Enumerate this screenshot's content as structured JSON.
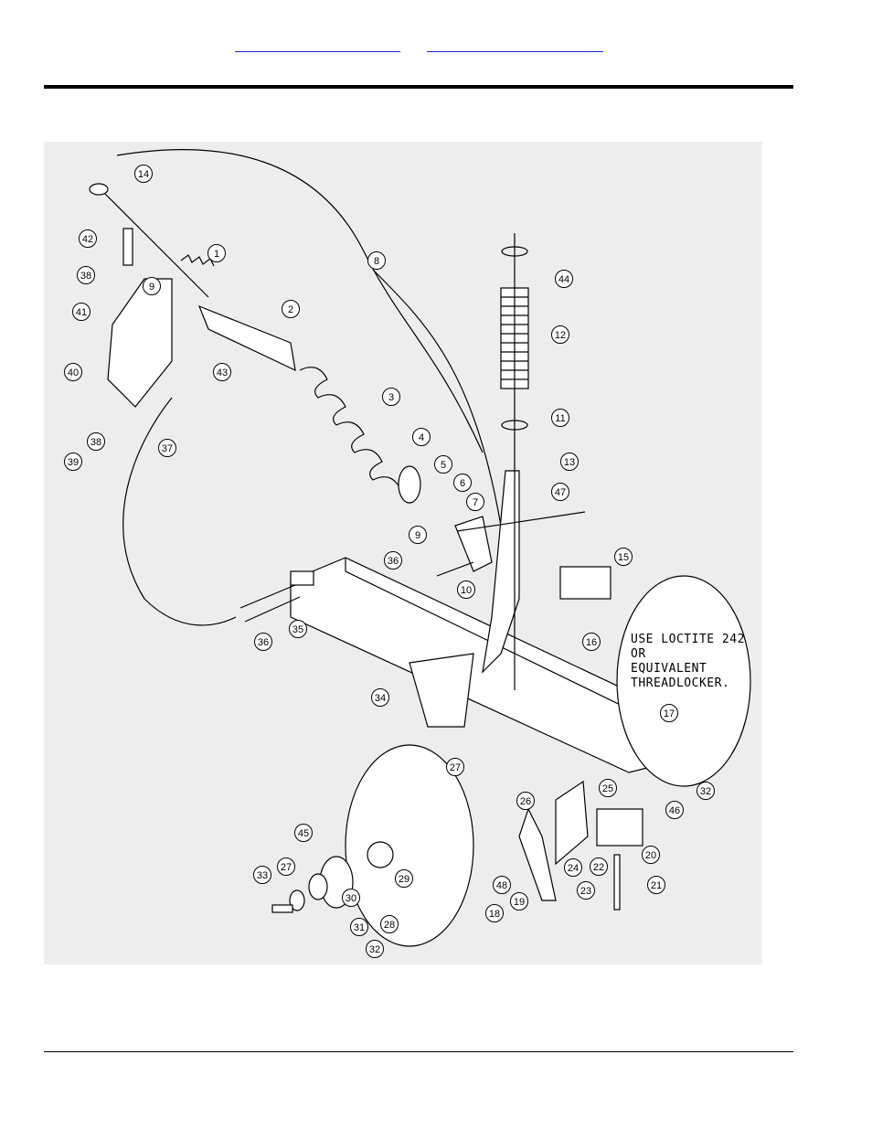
{
  "header": {
    "links": [
      "",
      ""
    ]
  },
  "figure": {
    "note_lines": [
      "USE LOCTITE 242 OR",
      "EQUIVALENT THREADLOCKER."
    ],
    "callouts": [
      "1",
      "2",
      "3",
      "4",
      "5",
      "6",
      "7",
      "8",
      "9",
      "9",
      "10",
      "11",
      "12",
      "13",
      "14",
      "15",
      "16",
      "17",
      "18",
      "19",
      "20",
      "21",
      "22",
      "23",
      "24",
      "25",
      "26",
      "27",
      "27",
      "28",
      "29",
      "30",
      "31",
      "32",
      "32",
      "33",
      "34",
      "35",
      "36",
      "36",
      "37",
      "38",
      "38",
      "39",
      "40",
      "41",
      "42",
      "43",
      "44",
      "45",
      "46",
      "47",
      "48"
    ]
  }
}
